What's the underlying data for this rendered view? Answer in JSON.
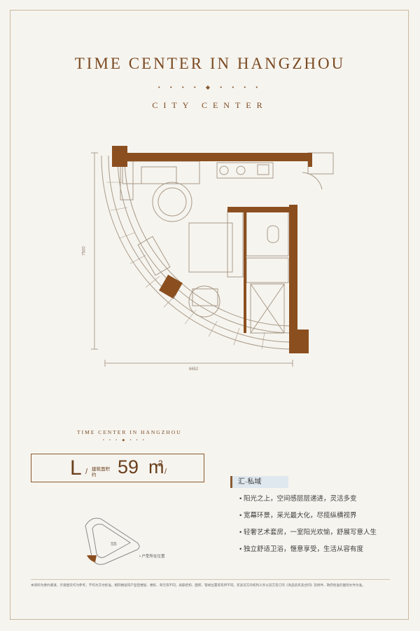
{
  "header": {
    "title": "TIME CENTER IN HANGZHOU",
    "dots": "• • • • ◆ • • • •",
    "subtitle": "CITY CENTER"
  },
  "plan": {
    "dim_vertical": "7500",
    "dim_horizontal": "6652"
  },
  "unit_info": {
    "small_title": "TIME CENTER IN HANGZHOU",
    "small_dots": "• • • ◆ • • •",
    "type_letter": "L",
    "slash": "/",
    "area_label": "建筑面积约",
    "area_value": "59",
    "area_unit": "m",
    "area_sup": "2"
  },
  "badge": {
    "label": "汇·私域"
  },
  "features": [
    "阳光之上，空间感层层递进，灵活多变",
    "宽幕环景，采光最大化，尽揽纵横视界",
    "轻奢艺术套房，一室阳光欢愉，舒展写意人生",
    "独立舒适卫浴，惬意享受，生活从容有度"
  ],
  "minimap": {
    "label": "S5",
    "location_label": "• 户型所在位置"
  },
  "footer": {
    "disclaimer": "本资料为要约邀请，示意图仅作为参考，不作为交付标准。相同楼层同户型但楼层、楼栋、单元等不同，局部结构、面积、管线位置等有所不同。买卖双方的权利义务以双方签订的《商品房买卖合同》及附件、政府批准的图则文件为准。"
  },
  "colors": {
    "accent": "#7a4a22",
    "wall": "#8b4f1f",
    "background": "#f6f4ef"
  }
}
